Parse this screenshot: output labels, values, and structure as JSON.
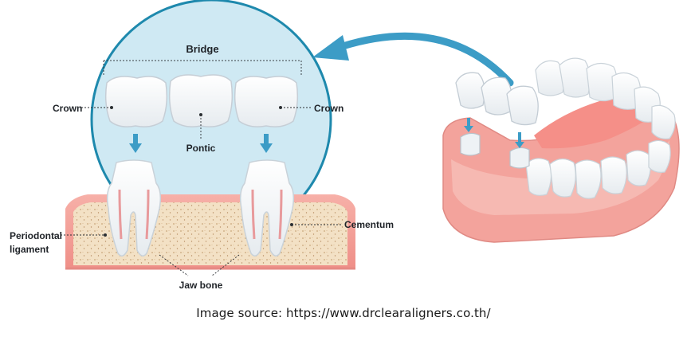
{
  "labels": {
    "bridge": "Bridge",
    "crown_left": "Crown",
    "crown_right": "Crown",
    "pontic": "Pontic",
    "cementum": "Cementum",
    "periodontal_line1": "Periodontal",
    "periodontal_line2": "ligament",
    "jaw_bone": "Jaw bone"
  },
  "caption": {
    "source": "Image source: https://www.drclearaligners.co.th/"
  },
  "colors": {
    "circle_fill": "#cfe9f3",
    "circle_stroke": "#1e89ad",
    "arrow": "#3c9cc6",
    "gum": "#f29a96",
    "bone": "#f2e0c4",
    "tooth": "#ffffff"
  }
}
